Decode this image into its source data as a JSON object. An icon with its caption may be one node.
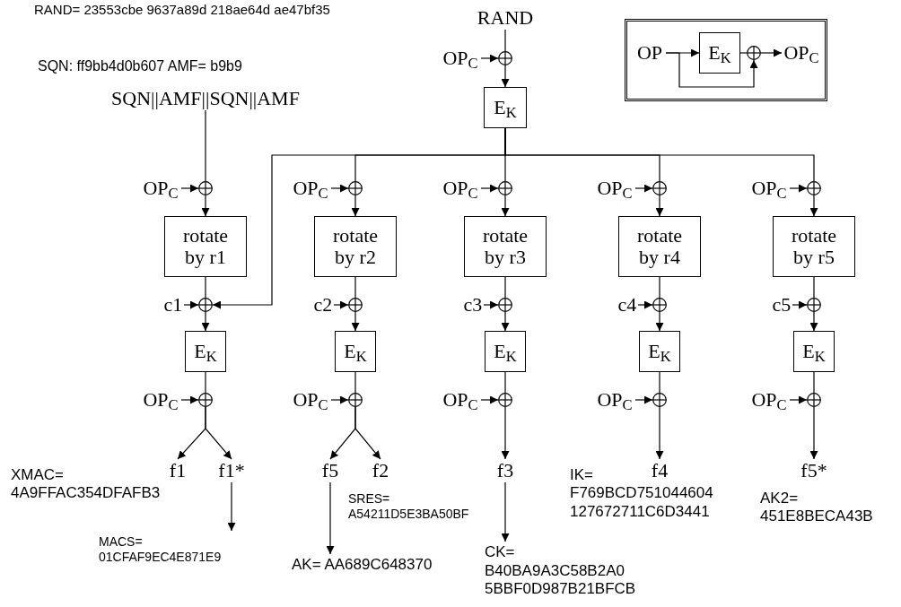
{
  "diagram": {
    "nodes": [
      {
        "text": [
          "RAND"
        ]
      },
      {
        "text": [
          "OP$_{C}$"
        ]
      },
      {
        "text": [],
        "shape": "circle"
      },
      {
        "text": [
          "E$_{K}$"
        ]
      },
      {
        "text": [
          "SQN||AMF||SQN||AMF"
        ]
      },
      {
        "text": [
          "OP$_{C}$"
        ]
      },
      {
        "text": [],
        "shape": "circle"
      },
      {
        "text": [
          "rotate by r1"
        ]
      },
      {
        "text": [
          "c1"
        ]
      },
      {
        "text": [],
        "shape": "circle"
      },
      {
        "text": [
          "E$_{K}$"
        ]
      },
      {
        "text": [
          "OP$_{C}$"
        ]
      },
      {
        "text": [],
        "shape": "circle"
      },
      {
        "text": [
          "OP$_{C}$"
        ]
      },
      {
        "text": [],
        "shape": "circle"
      },
      {
        "text": [
          "rotate by r2"
        ]
      },
      {
        "text": [
          "c2"
        ]
      },
      {
        "text": [],
        "shape": "circle"
      },
      {
        "text": [
          "E$_{K}$"
        ]
      },
      {
        "text": [
          "OP$_{C}$"
        ]
      },
      {
        "text": [],
        "shape": "circle"
      },
      {
        "text": [
          "OP$_{C}$"
        ]
      },
      {
        "text": [],
        "shape": "circle"
      },
      {
        "text": [
          "rotate by r3"
        ]
      },
      {
        "text": [
          "c3"
        ]
      },
      {
        "text": [],
        "shape": "circle"
      },
      {
        "text": [
          "E$_{K}$"
        ]
      },
      {
        "text": [
          "OP$_{C}$"
        ]
      },
      {
        "text": [],
        "shape": "circle"
      },
      {
        "text": [
          "OP$_{C}$"
        ]
      },
      {
        "text": [],
        "shape": "circle"
      },
      {
        "text": [
          "rotate by r4"
        ]
      },
      {
        "text": [
          "c4"
        ]
      },
      {
        "text": [],
        "shape": "circle"
      },
      {
        "text": [
          "E$_{K}$"
        ]
      },
      {
        "text": [
          "OP$_{C}$"
        ]
      },
      {
        "text": [],
        "shape": "circle"
      },
      {
        "text": [
          "OP$_{C}$"
        ]
      },
      {
        "text": [],
        "shape": "circle"
      },
      {
        "text": [
          "rotate by r5"
        ]
      },
      {
        "text": [
          "c5"
        ]
      },
      {
        "text": [],
        "shape": "circle"
      },
      {
        "text": [
          "E$_{K}$"
        ]
      },
      {
        "text": [
          "OP$_{C}$"
        ]
      },
      {
        "text": [],
        "shape": "circle"
      },
      {
        "text": [
          "f1"
        ]
      },
      {
        "text": [
          "f1*"
        ]
      },
      {
        "text": [
          "f5"
        ]
      },
      {
        "text": [
          "f2"
        ]
      },
      {
        "text": [
          "f3"
        ]
      },
      {
        "text": [
          "f4"
        ]
      },
      {
        "text": [
          "f5*"
        ]
      },
      {
        "text": [
          "MACS= 01CFAF9EC4E871E9"
        ]
      },
      {
        "text": [
          "AK= AA689C648370"
        ]
      },
      {
        "text": [
          "CK= B40BA9A3C58B2A0 5BBF0D987B21BFCB"
        ]
      },
      {
        "text": [],
        "shape": "box"
      },
      {
        "text": [
          "OP"
        ],
        "in": 55
      },
      {
        "text": [
          "E$_{K}$"
        ],
        "in": 55
      },
      {
        "text": [],
        "shape": "circle",
        "in": 55
      },
      {
        "text": [
          "OP$_{C}$"
        ],
        "in": 55
      }
    ],
    "edges": [
      {
        "from": 0,
        "to": 2,
        "arrow": "none"
      },
      {
        "from": 1,
        "to": 2,
        "arrow": "to"
      },
      {
        "from": 2,
        "to": 3,
        "arrow": "to"
      },
      {
        "from": 4,
        "to": 6,
        "arrow": "none"
      },
      {
        "from": 3,
        "to": 14,
        "arrow": "none"
      },
      {
        "from": 3,
        "to": 22,
        "arrow": "none"
      },
      {
        "from": 3,
        "to": 30,
        "arrow": "none"
      },
      {
        "from": 3,
        "to": 38,
        "arrow": "none"
      },
      {
        "from": 3,
        "to": 9,
        "arrow": "to"
      },
      {
        "from": 5,
        "to": 6,
        "arrow": "to"
      },
      {
        "from": 6,
        "to": 7,
        "arrow": "to"
      },
      {
        "from": 7,
        "to": 9,
        "arrow": "none"
      },
      {
        "from": 8,
        "to": 9,
        "arrow": "to"
      },
      {
        "from": 9,
        "to": 10,
        "arrow": "to"
      },
      {
        "from": 10,
        "to": 12,
        "arrow": "none"
      },
      {
        "from": 11,
        "to": 12,
        "arrow": "to"
      },
      {
        "from": 13,
        "to": 14,
        "arrow": "to"
      },
      {
        "from": 14,
        "to": 15,
        "arrow": "to"
      },
      {
        "from": 15,
        "to": 17,
        "arrow": "none"
      },
      {
        "from": 16,
        "to": 17,
        "arrow": "to"
      },
      {
        "from": 17,
        "to": 18,
        "arrow": "to"
      },
      {
        "from": 18,
        "to": 20,
        "arrow": "none"
      },
      {
        "from": 19,
        "to": 20,
        "arrow": "to"
      },
      {
        "from": 21,
        "to": 22,
        "arrow": "to"
      },
      {
        "from": 22,
        "to": 23,
        "arrow": "to"
      },
      {
        "from": 23,
        "to": 25,
        "arrow": "none"
      },
      {
        "from": 24,
        "to": 25,
        "arrow": "to"
      },
      {
        "from": 25,
        "to": 26,
        "arrow": "to"
      },
      {
        "from": 26,
        "to": 28,
        "arrow": "none"
      },
      {
        "from": 27,
        "to": 28,
        "arrow": "to"
      },
      {
        "from": 29,
        "to": 30,
        "arrow": "to"
      },
      {
        "from": 30,
        "to": 31,
        "arrow": "to"
      },
      {
        "from": 31,
        "to": 33,
        "arrow": "none"
      },
      {
        "from": 32,
        "to": 33,
        "arrow": "to"
      },
      {
        "from": 33,
        "to": 34,
        "arrow": "to"
      },
      {
        "from": 34,
        "to": 36,
        "arrow": "none"
      },
      {
        "from": 35,
        "to": 36,
        "arrow": "to"
      },
      {
        "from": 37,
        "to": 38,
        "arrow": "to"
      },
      {
        "from": 38,
        "to": 39,
        "arrow": "to"
      },
      {
        "from": 39,
        "to": 41,
        "arrow": "none"
      },
      {
        "from": 40,
        "to": 41,
        "arrow": "to"
      },
      {
        "from": 41,
        "to": 42,
        "arrow": "to"
      },
      {
        "from": 42,
        "to": 44,
        "arrow": "none"
      },
      {
        "from": 43,
        "to": 44,
        "arrow": "to"
      },
      {
        "from": 12,
        "to": 45,
        "arrow": "to"
      },
      {
        "from": 12,
        "to": 46,
        "arrow": "to"
      },
      {
        "from": 20,
        "to": 47,
        "arrow": "to"
      },
      {
        "from": 20,
        "to": 48,
        "arrow": "to"
      },
      {
        "from": 28,
        "to": 49,
        "arrow": "to"
      },
      {
        "from": 36,
        "to": 50,
        "arrow": "to"
      },
      {
        "from": 44,
        "to": 51,
        "arrow": "to"
      },
      {
        "from": 46,
        "to": 52,
        "arrow": "to"
      },
      {
        "from": 47,
        "to": 53,
        "arrow": "to"
      },
      {
        "from": 49,
        "to": 54,
        "arrow": "to"
      },
      {
        "from": 56,
        "to": 57,
        "arrow": "to"
      },
      {
        "from": 57,
        "to": 58,
        "arrow": "none"
      },
      {
        "from": 58,
        "to": 59,
        "arrow": "to"
      },
      {
        "from": 56,
        "to": 58,
        "arrow": "to"
      }
    ],
    "labels": [
      "RAND= 23553cbe 9637a89d 218ae64d ae47bf35",
      "SQN: ff9bb4d0b607 AMF= b9b9",
      "XMAC= 4A9FFAC354DFAFB3",
      "SRES= A54211D5E3BA50BF",
      "IK= F769BCD751044604 127672711C6D3441",
      "AK2= 451E8BECA43B"
    ]
  }
}
